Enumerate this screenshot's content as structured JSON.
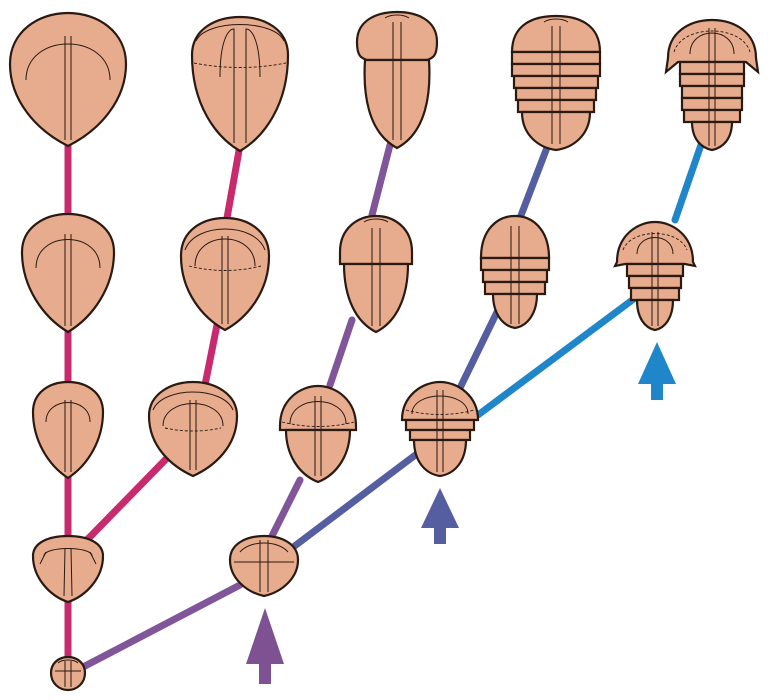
{
  "palette": {
    "body": "#e7ab8e",
    "outline": "#2a1a12",
    "lineage_magenta": "#c92a6e",
    "lineage_violet": "#80559a",
    "lineage_indigo": "#545ea0",
    "lineage_blue": "#1f86c9",
    "arrow_violet": "#7e5192",
    "arrow_indigo": "#545ea0",
    "arrow_blue": "#1f86c9"
  },
  "branches": [
    {
      "name": "lineage-magenta-trunk",
      "color": "lineage_magenta"
    },
    {
      "name": "lineage-magenta-side",
      "color": "lineage_magenta"
    },
    {
      "name": "lineage-violet",
      "color": "lineage_violet"
    },
    {
      "name": "lineage-indigo",
      "color": "lineage_indigo"
    },
    {
      "name": "lineage-blue",
      "color": "lineage_blue"
    }
  ],
  "innovation_arrows": [
    {
      "name": "innovation-arrow-violet",
      "color": "arrow_violet"
    },
    {
      "name": "innovation-arrow-indigo",
      "color": "arrow_indigo"
    },
    {
      "name": "innovation-arrow-blue",
      "color": "arrow_blue"
    }
  ],
  "organism_stages": [
    {
      "name": "ancestor-larva",
      "form": "protaspis"
    },
    {
      "name": "magenta-stage-1",
      "form": "unsegmented"
    },
    {
      "name": "magenta-stage-2",
      "form": "unsegmented"
    },
    {
      "name": "magenta-stage-3",
      "form": "unsegmented"
    },
    {
      "name": "magenta-adult",
      "form": "unsegmented"
    },
    {
      "name": "magenta-side-stage-1",
      "form": "unsegmented"
    },
    {
      "name": "magenta-side-stage-2",
      "form": "unsegmented"
    },
    {
      "name": "magenta-side-adult",
      "form": "unsegmented"
    },
    {
      "name": "violet-stage-1",
      "form": "protaspis"
    },
    {
      "name": "violet-stage-2",
      "form": "one-joint"
    },
    {
      "name": "violet-stage-3",
      "form": "one-joint"
    },
    {
      "name": "violet-adult",
      "form": "one-joint"
    },
    {
      "name": "indigo-stage-1",
      "form": "segmented"
    },
    {
      "name": "indigo-stage-2",
      "form": "segmented"
    },
    {
      "name": "indigo-adult",
      "form": "segmented"
    },
    {
      "name": "blue-stage-1",
      "form": "spined"
    },
    {
      "name": "blue-adult",
      "form": "spined"
    }
  ]
}
